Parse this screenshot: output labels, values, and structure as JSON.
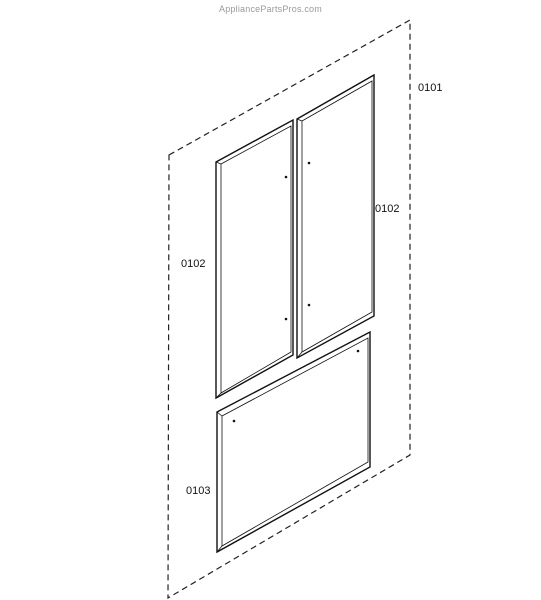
{
  "watermark": "AppliancePartsPros.com",
  "callouts": {
    "cabinet_outline": "0101",
    "door_panel_right": "0102",
    "door_panel_left": "0102",
    "drawer_panel": "0103"
  },
  "colors": {
    "line": "#111111",
    "dashed_line": "#222222",
    "watermark": "#9a9a9a",
    "background": "#ffffff"
  }
}
